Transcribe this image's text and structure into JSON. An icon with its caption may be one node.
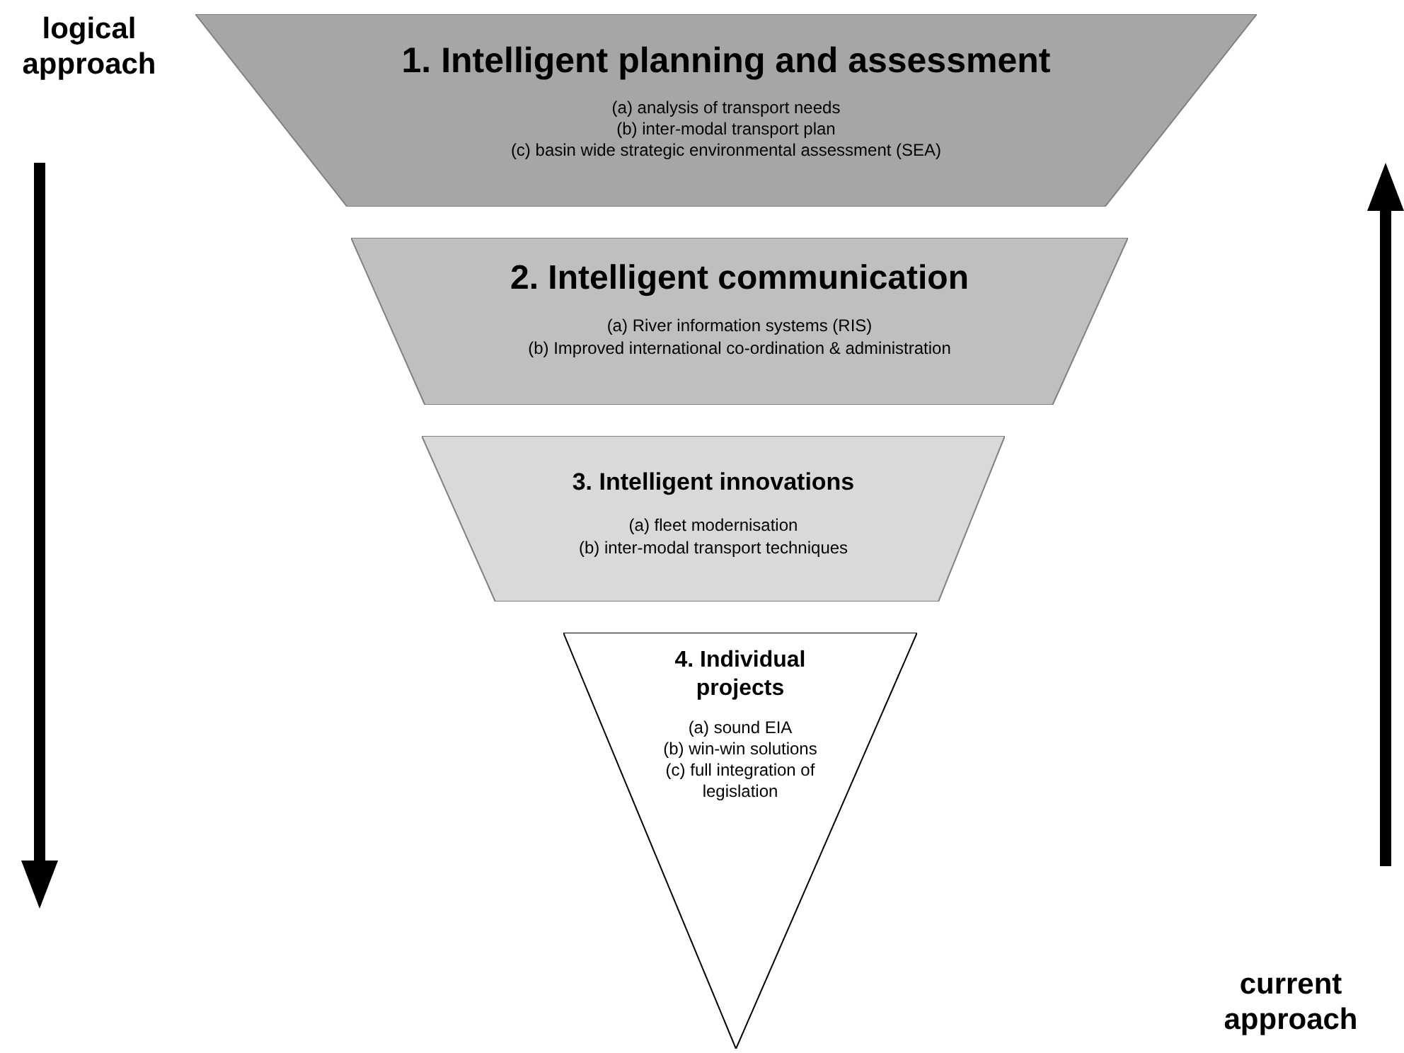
{
  "diagram": {
    "nodes": [
      {
        "text": [
          "1. Intelligent planning and assessment",
          "(a) analysis of transport needs",
          "(b) inter-modal transport plan",
          "(c) basin wide strategic environmental assessment (SEA)"
        ]
      },
      {
        "text": [
          "2. Intelligent communication",
          "(a) River information systems (RIS)",
          "(b) Improved international co-ordination & administration"
        ]
      },
      {
        "text": [
          "3. Intelligent innovations",
          "(a) fleet modernisation",
          "(b) inter-modal transport techniques"
        ]
      },
      {
        "text": [
          "4. Individual projects",
          "(a) sound EIA",
          "(b) win-win solutions",
          "(c) full integration of legislation"
        ]
      }
    ],
    "labels": [
      "logical approach",
      "current approach"
    ]
  }
}
